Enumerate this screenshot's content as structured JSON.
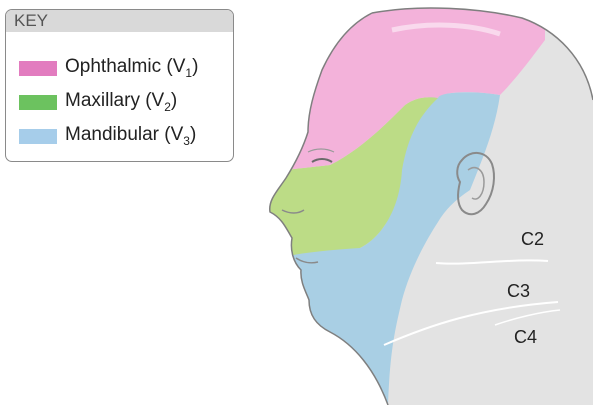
{
  "key": {
    "header": "KEY",
    "items": [
      {
        "name": "Ophthalmic (V",
        "sub": "1",
        "close": ")",
        "color": "#e27cbf"
      },
      {
        "name": "Maxillary (V",
        "sub": "2",
        "close": ")",
        "color": "#6cc25f"
      },
      {
        "name": "Mandibular (V",
        "sub": "3",
        "close": ")",
        "color": "#a6cdea"
      }
    ]
  },
  "dermatome_labels": {
    "c2": "C2",
    "c3": "C3",
    "c4": "C4"
  },
  "colors": {
    "ophthalmic_region": "#f3b2da",
    "maxillary_region": "#bcdc86",
    "mandibular_region": "#a9cfe4",
    "skin": "#e3e3e3",
    "outline": "#7f7f7f"
  }
}
